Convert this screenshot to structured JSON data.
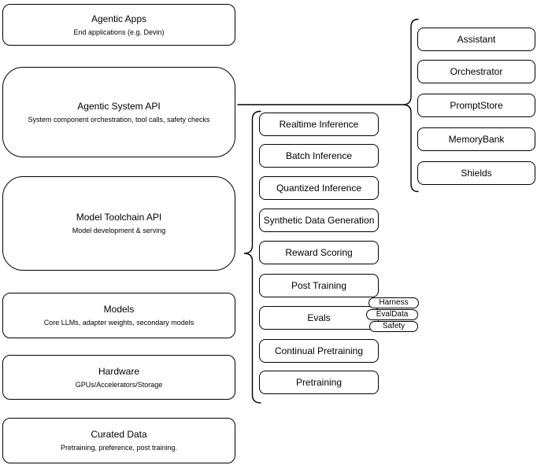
{
  "diagram": {
    "stack": [
      {
        "title": "Agentic Apps",
        "subtitle": "End applications (e.g. Devin)"
      },
      {
        "title": "Agentic System API",
        "subtitle": "System component orchestration, tool calls, safety checks"
      },
      {
        "title": "Model Toolchain API",
        "subtitle": "Model development & serving"
      },
      {
        "title": "Models",
        "subtitle": "Core LLMs, adapter weights, secondary models"
      },
      {
        "title": "Hardware",
        "subtitle": "GPUs/Accelerators/Storage"
      },
      {
        "title": "Curated Data",
        "subtitle": "Pretraining, preference, post training."
      }
    ],
    "toolchain_items": [
      {
        "label": "Realtime Inference"
      },
      {
        "label": "Batch Inference"
      },
      {
        "label": "Quantized Inference"
      },
      {
        "label": "Synthetic Data Generation"
      },
      {
        "label": "Reward Scoring"
      },
      {
        "label": "Post Training"
      },
      {
        "label": "Evals"
      },
      {
        "label": "Continual Pretraining"
      },
      {
        "label": "Pretraining"
      }
    ],
    "evals_tags": [
      {
        "label": "Harness"
      },
      {
        "label": "EvalData"
      },
      {
        "label": "Safety"
      }
    ],
    "system_components": [
      {
        "label": "Assistant"
      },
      {
        "label": "Orchestrator"
      },
      {
        "label": "PromptStore"
      },
      {
        "label": "MemoryBank"
      },
      {
        "label": "Shields"
      }
    ],
    "colors": {
      "stroke": "#000000",
      "fill": "#ffffff",
      "background": "#ffffff",
      "text": "#000000"
    }
  }
}
